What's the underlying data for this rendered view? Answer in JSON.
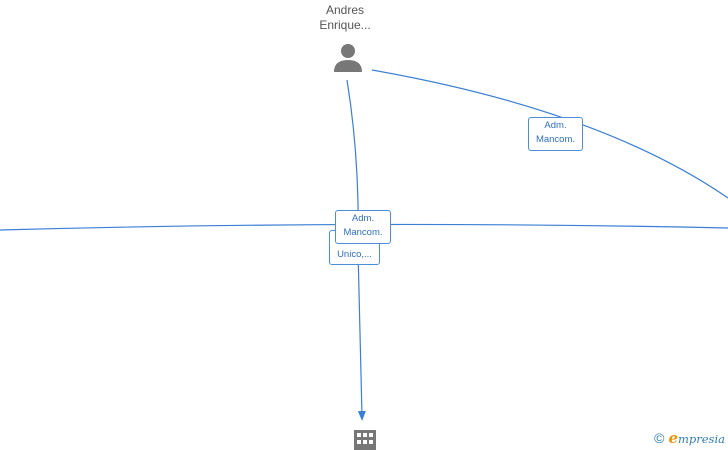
{
  "diagram": {
    "person": {
      "name_line1": "Andres",
      "name_line2": "Enrique...",
      "icon": "person-icon"
    },
    "company": {
      "icon": "building-icon"
    },
    "edges": [
      {
        "id": "top-right",
        "line1": "Adm.",
        "line2": "Mancom."
      },
      {
        "id": "center",
        "line1": "Adm.",
        "line2": "Mancom."
      },
      {
        "id": "unico",
        "line1": "Unico,..."
      }
    ],
    "colors": {
      "edge": "#3a7fd5",
      "node_icon": "#777777"
    }
  },
  "watermark": {
    "copyright_symbol": "©",
    "brand_initial": "e",
    "brand_rest": "mpresia"
  }
}
